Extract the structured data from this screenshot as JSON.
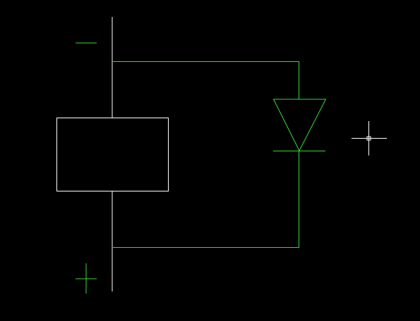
{
  "colors": {
    "background": "#000000",
    "wire": "#33dd33",
    "component": "#ffffff",
    "cursor": "#ffffff"
  },
  "drawing": {
    "polarity_symbols": [
      "minus-sign",
      "plus-sign"
    ],
    "components": [
      "coil-rectangle",
      "diode"
    ],
    "cursor": "crosshair-pickbox"
  }
}
